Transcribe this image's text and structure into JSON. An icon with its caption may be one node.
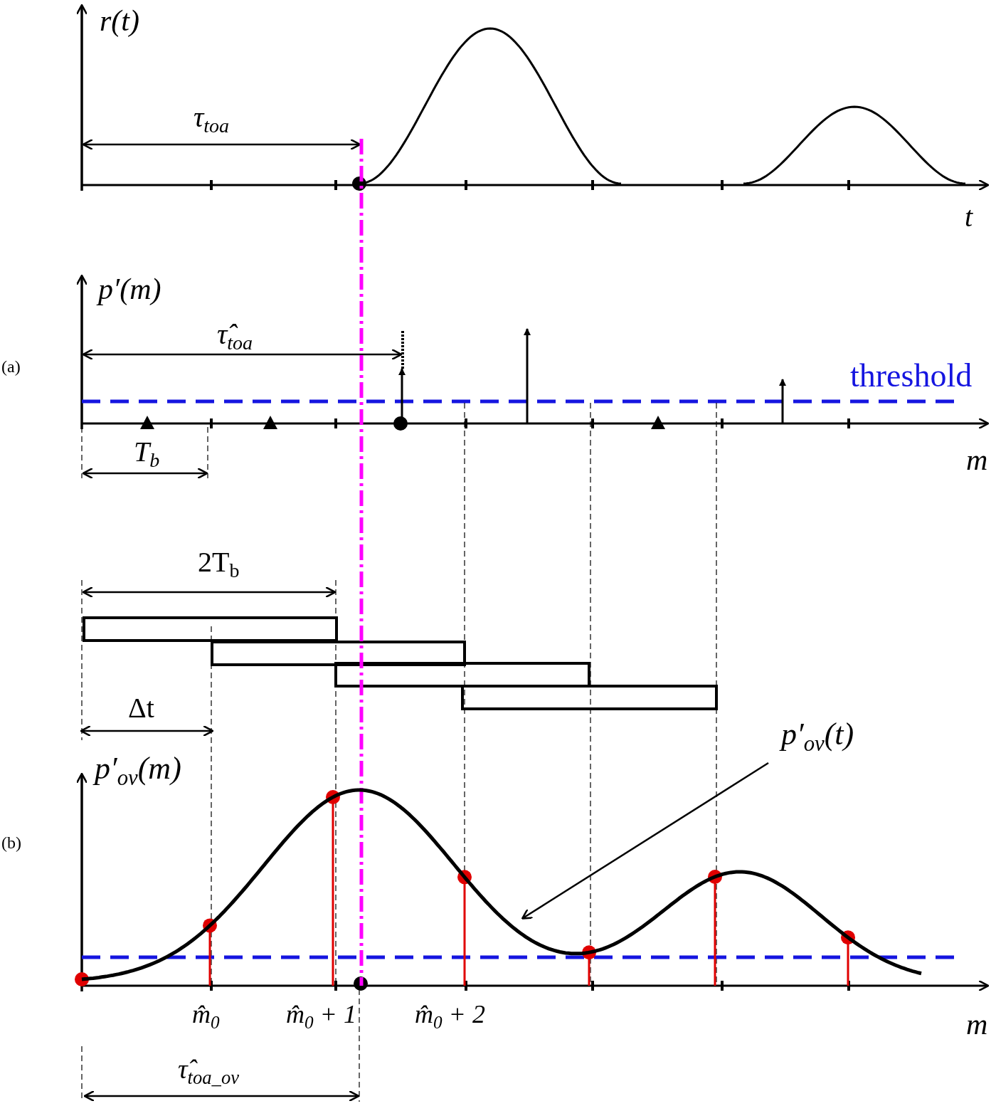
{
  "diagram": {
    "nodes": [
      {
        "text": [
          "p′$_{ov}$(t)"
        ]
      },
      {
        "text": [],
        "shape": "curve"
      }
    ],
    "edges": [
      {
        "from": 0,
        "to": 1,
        "arrow": "to"
      }
    ],
    "labels": [
      "r(t)",
      "τ$_{toa}$",
      "t",
      "(a)",
      "p′(m)",
      "τ̂$_{toa}$",
      "threshold",
      "T$_{b}$",
      "m",
      "2T$_{b}$",
      "Δt",
      "p′$_{ov}$(m)",
      "(b)",
      "m̂$_{0}$",
      "m̂$_{0}$ + 1",
      "m̂$_{0}$ + 2",
      "m",
      "τ̂$_{toa_ov}$"
    ]
  }
}
